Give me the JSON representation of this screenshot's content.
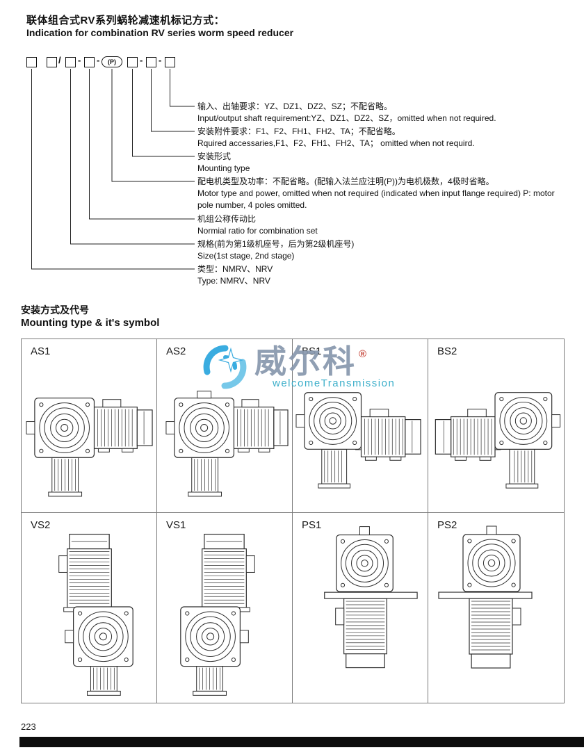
{
  "header": {
    "title_zh": "联体组合式RV系列蜗轮减速机标记方式：",
    "title_en": "Indication for combination RV series worm speed reducer"
  },
  "designation": {
    "p_label": "(P)",
    "separators": {
      "slash": "/",
      "dash": "-"
    },
    "groups": [
      {
        "zh": "输入、出轴要求：YZ、DZ1、DZ2、SZ；不配省略。",
        "en": "Input/output shaft requirement:YZ、DZ1、DZ2、SZ，omitted when not required."
      },
      {
        "zh": "安装附件要求：F1、F2、FH1、FH2、TA；不配省略。",
        "en": "Rquired accessaries,F1、F2、FH1、FH2、TA；  omitted when not requird."
      },
      {
        "zh": "安装形式",
        "en": "Mounting type"
      },
      {
        "zh": "配电机类型及功率：不配省略。(配输入法兰应注明(P))为电机极数，4极时省略。",
        "en": "Motor type and power, omitted when not required (indicated when input flange required) P: motor pole number, 4 poles omitted."
      },
      {
        "zh": "机组公称传动比",
        "en": "Normial ratio for combination set"
      },
      {
        "zh": "规格(前为第1级机座号，后为第2级机座号)",
        "en": "Size(1st stage, 2nd stage)"
      },
      {
        "zh": "类型：NMRV、NRV",
        "en": "Type: NMRV、NRV"
      }
    ]
  },
  "mounting": {
    "title_zh": "安装方式及代号",
    "title_en": "Mounting type & it's symbol",
    "cells": [
      {
        "label": "AS1",
        "variant": "as1"
      },
      {
        "label": "AS2",
        "variant": "as2"
      },
      {
        "label": "BS1",
        "variant": "bs1"
      },
      {
        "label": "BS2",
        "variant": "bs2"
      },
      {
        "label": "VS2",
        "variant": "vs2"
      },
      {
        "label": "VS1",
        "variant": "vs1"
      },
      {
        "label": "PS1",
        "variant": "ps1"
      },
      {
        "label": "PS2",
        "variant": "ps2"
      }
    ]
  },
  "watermark": {
    "brand": "威尔科",
    "registered": "®",
    "subtitle": "welcomeTransmission",
    "colors": {
      "icon": "#2ca6de",
      "brand": "#8898ae",
      "subtitle": "#2fa9c6",
      "registered": "#c23b2e"
    }
  },
  "footer": {
    "page_number": "223"
  }
}
